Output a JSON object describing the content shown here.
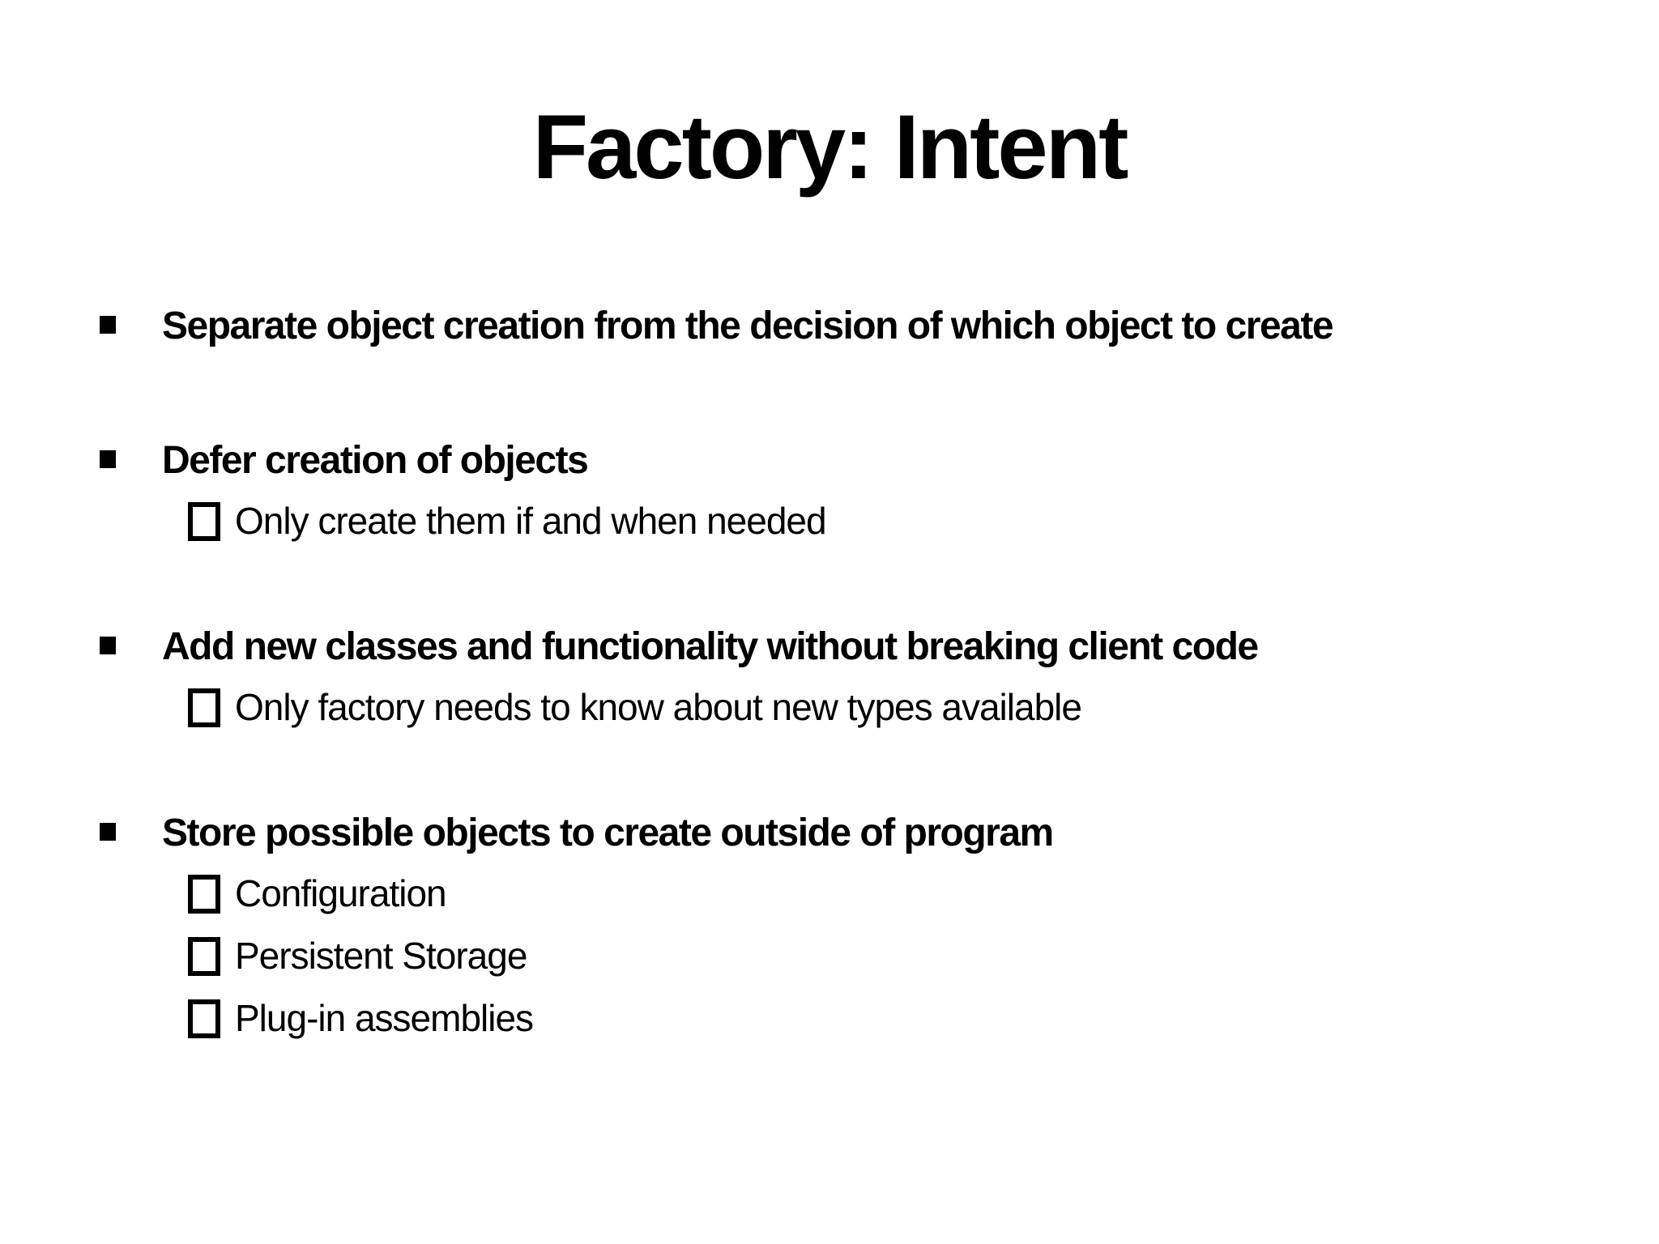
{
  "slide": {
    "title": "Factory: Intent",
    "colors": {
      "text": "#000000",
      "background": "#ffffff"
    },
    "icons": {
      "level1_marker": "filled-square-bullet-icon",
      "level2_marker": "open-square-checkbox-icon"
    },
    "bullets": [
      {
        "text": "Separate object creation from the decision of which object to create",
        "subs": []
      },
      {
        "text": "Defer creation of objects",
        "subs": [
          "Only create them if and when needed"
        ]
      },
      {
        "text": "Add new classes and functionality without breaking client code",
        "subs": [
          "Only factory needs to know about new types available"
        ]
      },
      {
        "text": "Store possible objects to create outside of program",
        "subs": [
          "Configuration",
          "Persistent Storage",
          "Plug-in assemblies"
        ]
      }
    ]
  }
}
